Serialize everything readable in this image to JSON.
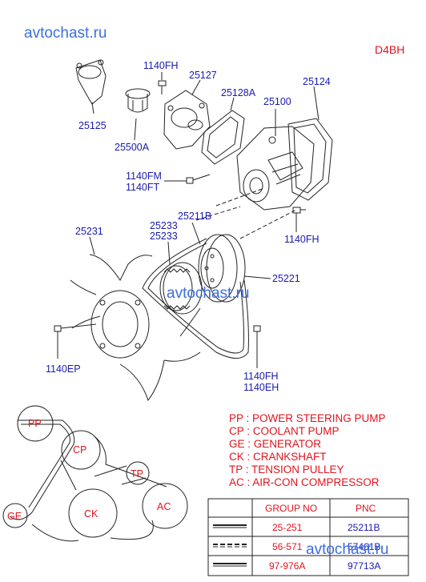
{
  "watermark": {
    "top": "avtochast.ru",
    "middle": "avtochast.ru",
    "bottom": "avtochast.ru"
  },
  "engine_code": "D4BH",
  "parts": {
    "p25125": "25125",
    "p1140FH_a": "1140FH",
    "p25127": "25127",
    "p25500A": "25500A",
    "p25128A": "25128A",
    "p25124": "25124",
    "p25100": "25100",
    "p1140FM": "1140FM",
    "p1140FT": "1140FT",
    "p25211B": "25211B",
    "p25233_a": "25233",
    "p25233_b": "25233",
    "p25231": "25231",
    "p1140FH_b": "1140FH",
    "p25221": "25221",
    "p1140EP": "1140EP",
    "p1140FH_c": "1140FH",
    "p1140EH": "1140EH"
  },
  "belt_legend": [
    "PP : POWER STEERING PUMP",
    "CP : COOLANT PUMP",
    "GE : GENERATOR",
    "CK : CRANKSHAFT",
    "TP : TENSION PULLEY",
    "AC : AIR-CON COMPRESSOR"
  ],
  "pulleys": {
    "pp": "PP",
    "cp": "CP",
    "ge": "GE",
    "ck": "CK",
    "tp": "TP",
    "ac": "AC"
  },
  "belt_table": {
    "headers": [
      "GROUP NO",
      "PNC"
    ],
    "rows": [
      {
        "group": "25-251",
        "pnc": "25211B"
      },
      {
        "group": "56-571",
        "pnc": "57461B"
      },
      {
        "group": "97-976A",
        "pnc": "97713A"
      }
    ]
  }
}
